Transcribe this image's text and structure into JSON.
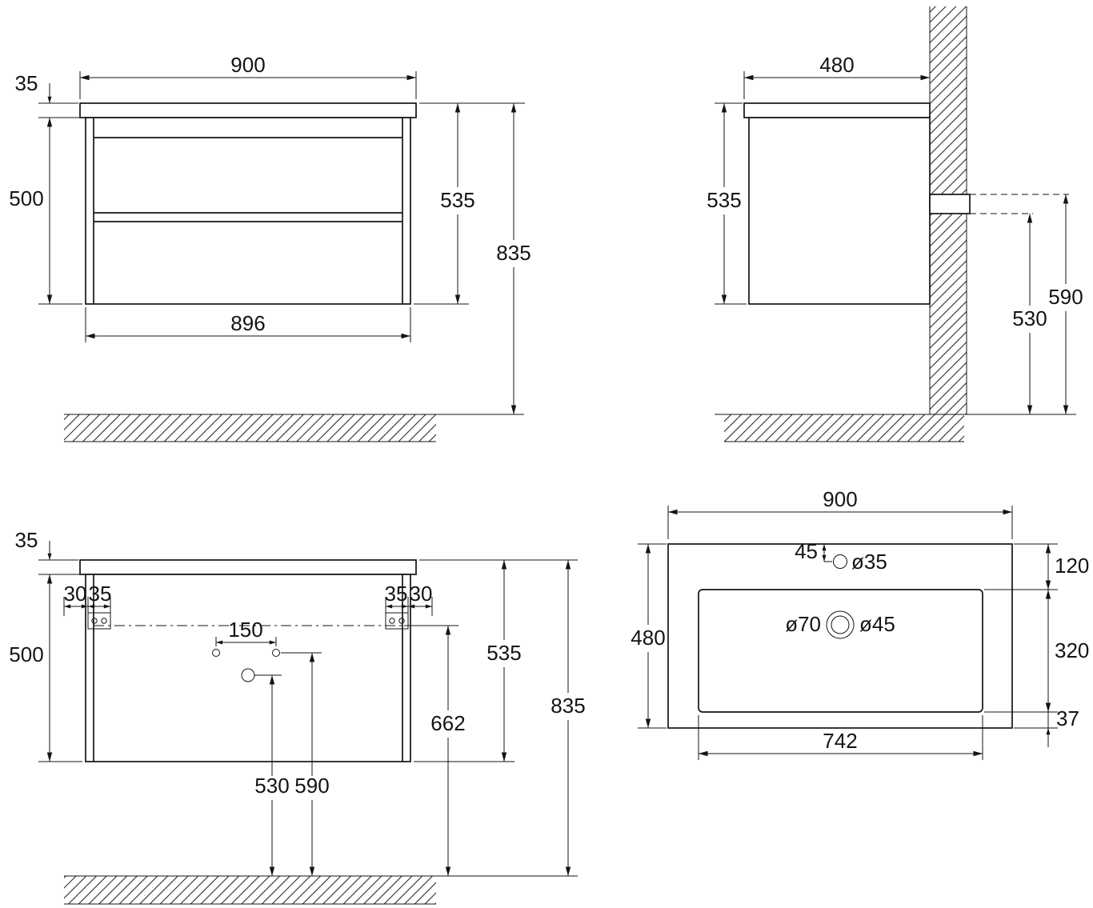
{
  "drawing": {
    "front_view": {
      "width": "900",
      "top_thickness": "35",
      "body_height": "500",
      "height": "535",
      "install_height": "835",
      "body_width": "896"
    },
    "side_view": {
      "depth": "480",
      "height": "535",
      "rail_top_height": "590",
      "rail_bottom_height": "530"
    },
    "fixing_view": {
      "top_thickness": "35",
      "left_edge_offset": "30",
      "left_bracket_width": "35",
      "right_bracket_width": "35",
      "right_edge_offset": "30",
      "tap_hole_spacing": "150",
      "body_height": "500",
      "height": "535",
      "rail_height": "662",
      "install_height": "835",
      "drain_hole_height": "530",
      "tap_hole_height": "590"
    },
    "basin_view": {
      "width": "900",
      "tap_hole_offset": "45",
      "tap_hole_dia": "ø35",
      "back_rim": "120",
      "depth": "480",
      "drain_dia_outer": "ø70",
      "drain_dia_inner": "ø45",
      "bowl_depth": "320",
      "front_rim": "37",
      "bowl_width": "742"
    }
  }
}
